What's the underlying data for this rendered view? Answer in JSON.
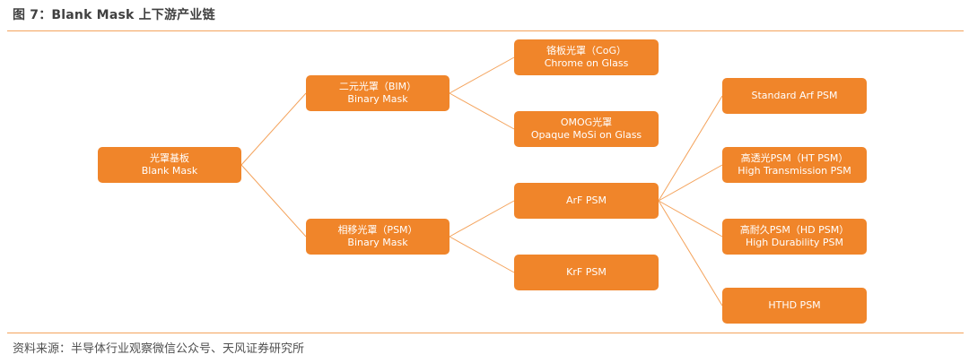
{
  "figure": {
    "title": "图 7：Blank Mask 上下游产业链",
    "source": "资料来源：半导体行业观察微信公众号、天风证券研究所",
    "accent_color": "#f0852a",
    "line_color": "#f4a35c"
  },
  "nodes": {
    "blank_mask": {
      "line1": "光罩基板",
      "line2": "Blank Mask"
    },
    "bim": {
      "line1": "二元光罩（BIM）",
      "line2": "Binary Mask"
    },
    "psm": {
      "line1": "相移光罩（PSM）",
      "line2": "Binary Mask"
    },
    "cog": {
      "line1": "铬板光罩（CoG）",
      "line2": "Chrome on Glass"
    },
    "omog": {
      "line1": "OMOG光罩",
      "line2": "Opaque MoSi on Glass"
    },
    "arf_psm": {
      "line1": "ArF PSM"
    },
    "krf_psm": {
      "line1": "KrF PSM"
    },
    "standard_arf_psm": {
      "line1": "Standard Arf PSM"
    },
    "ht_psm": {
      "line1": "高透光PSM（HT PSM）",
      "line2": "High Transmission PSM"
    },
    "hd_psm": {
      "line1": "高耐久PSM（HD PSM）",
      "line2": "High Durability PSM"
    },
    "hthd_psm": {
      "line1": "HTHD PSM"
    }
  },
  "edges": [
    [
      "blank_mask",
      "bim"
    ],
    [
      "blank_mask",
      "psm"
    ],
    [
      "bim",
      "cog"
    ],
    [
      "bim",
      "omog"
    ],
    [
      "psm",
      "arf_psm"
    ],
    [
      "psm",
      "krf_psm"
    ],
    [
      "arf_psm",
      "standard_arf_psm"
    ],
    [
      "arf_psm",
      "ht_psm"
    ],
    [
      "arf_psm",
      "hd_psm"
    ],
    [
      "arf_psm",
      "hthd_psm"
    ]
  ]
}
